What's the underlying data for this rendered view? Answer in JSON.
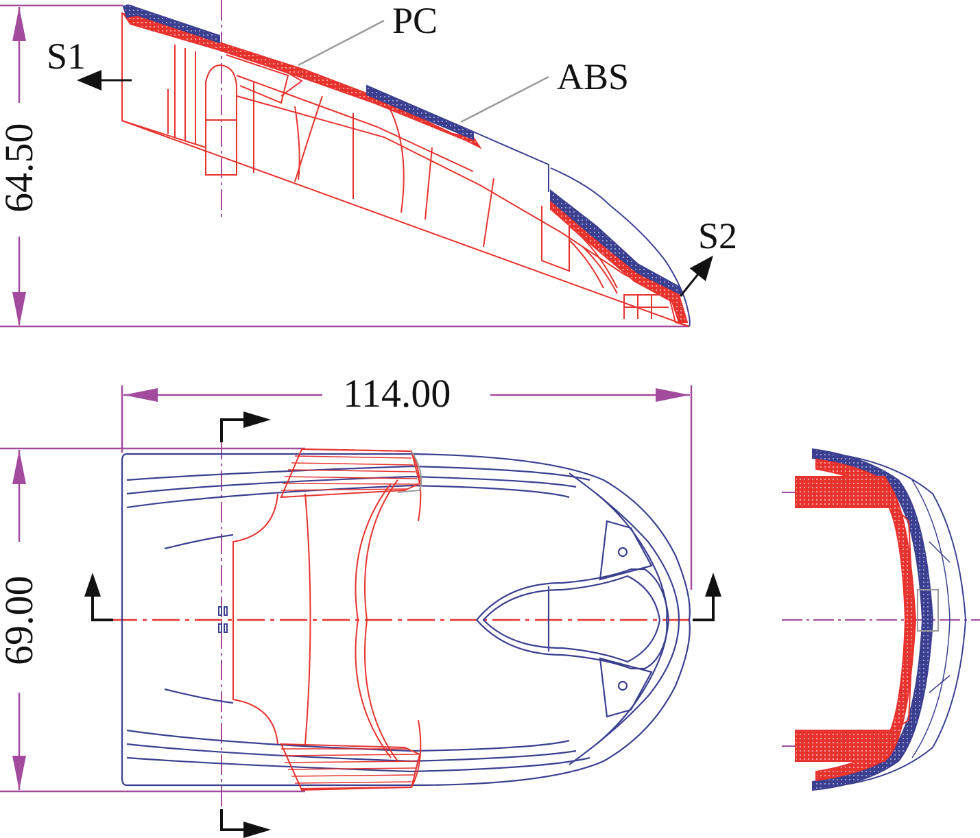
{
  "labels": {
    "material_pc": "PC",
    "material_abs": "ABS",
    "section_s1": "S1",
    "section_s2": "S2"
  },
  "dimensions": {
    "height": "64.50",
    "length": "114.00",
    "width": "69.00"
  },
  "colors": {
    "pc_part": "#e8322e",
    "abs_part": "#3b3f8f",
    "dimension": "#a24a9c",
    "leader": "#9a9a9a",
    "arrow": "#111111"
  }
}
